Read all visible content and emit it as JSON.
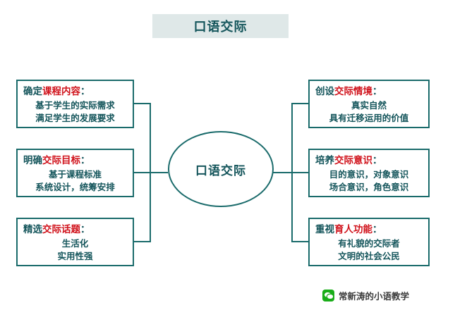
{
  "title": {
    "text": "口语交际"
  },
  "center": {
    "label": "口语交际"
  },
  "left_boxes": [
    {
      "head_plain": "确定",
      "head_highlight": "课程内容",
      "head_suffix": "：",
      "lines": [
        "基于学生的实际需求",
        "满足学生的发展要求"
      ]
    },
    {
      "head_plain": "明确",
      "head_highlight": "交际目标",
      "head_suffix": "：",
      "lines": [
        "基于课程标准",
        "系统设计，统筹安排"
      ]
    },
    {
      "head_plain": "精选",
      "head_highlight": "交际话题",
      "head_suffix": "：",
      "lines": [
        "生活化",
        "实用性强"
      ]
    }
  ],
  "right_boxes": [
    {
      "head_plain": "创设",
      "head_highlight": "交际情境",
      "head_suffix": "：",
      "lines": [
        "真实自然",
        "具有迁移运用的价值"
      ]
    },
    {
      "head_plain": "培养",
      "head_highlight": "交际意识",
      "head_suffix": "：",
      "lines": [
        "目的意识，对象意识",
        "场合意识，角色意识"
      ]
    },
    {
      "head_plain": "重视",
      "head_highlight": "育人功能",
      "head_suffix": "：",
      "lines": [
        "有礼貌的交际者",
        "文明的社会公民"
      ]
    }
  ],
  "footer": {
    "icon": "wechat-icon",
    "text": "常新涛的小语教学"
  },
  "colors": {
    "teal": "#14555b",
    "border": "#1a6b6b",
    "highlight": "#d0121b",
    "banner_bg": "#dfe8e8",
    "wechat_green": "#1aad19"
  }
}
